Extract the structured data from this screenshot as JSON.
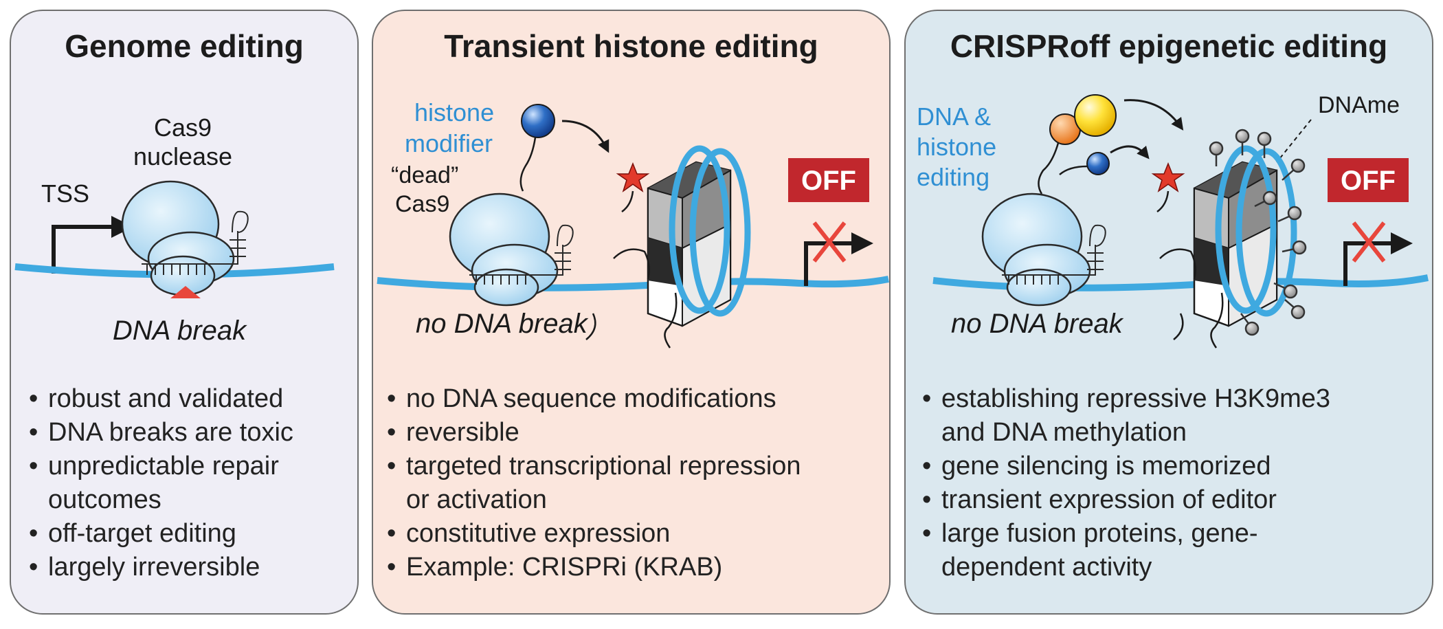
{
  "panels": [
    {
      "title": "Genome editing",
      "labels": {
        "enzyme_line1": "Cas9",
        "enzyme_line2": "nuclease",
        "tss": "TSS",
        "caption": "DNA break"
      },
      "bullets": [
        "robust and validated",
        "DNA breaks are toxic",
        "unpredictable repair",
        "outcomes",
        "off-target editing",
        "largely irreversible"
      ]
    },
    {
      "title": "Transient histone editing",
      "labels": {
        "modifier_line1": "histone",
        "modifier_line2": "modifier",
        "dead_line1": "“dead”",
        "dead_line2": "Cas9",
        "off": "OFF",
        "caption": "no DNA break"
      },
      "bullets": [
        "no DNA sequence modifications",
        "reversible",
        "targeted transcriptional repression",
        "or activation",
        "constitutive expression",
        "Example: CRISPRi (KRAB)"
      ]
    },
    {
      "title": "CRISPRoff epigenetic editing",
      "labels": {
        "editing_line1": "DNA &",
        "editing_line2": "histone",
        "editing_line3": "editing",
        "dname": "DNAme",
        "off": "OFF",
        "caption": "no DNA break"
      },
      "bullets": [
        "establishing repressive H3K9me3",
        "and DNA methylation",
        "gene silencing is memorized",
        "transient expression of editor",
        "large fusion proteins, gene-",
        "dependent activity"
      ]
    }
  ],
  "colors": {
    "dna": "#3fa9e0",
    "label_blue": "#2f8fd3",
    "off_red": "#c1272d",
    "cross_red": "#e8463c",
    "panel1": "#efeef6",
    "panel2": "#fbe6dd",
    "panel3": "#dbe8ef"
  },
  "icons": [
    "cas9-protein-icon",
    "guide-rna-icon",
    "tss-arrow-icon",
    "nucleosome-icon",
    "histone-modifier-icon",
    "red-star-icon",
    "dna-methylation-icon",
    "off-badge-icon",
    "blocked-transcription-icon"
  ]
}
